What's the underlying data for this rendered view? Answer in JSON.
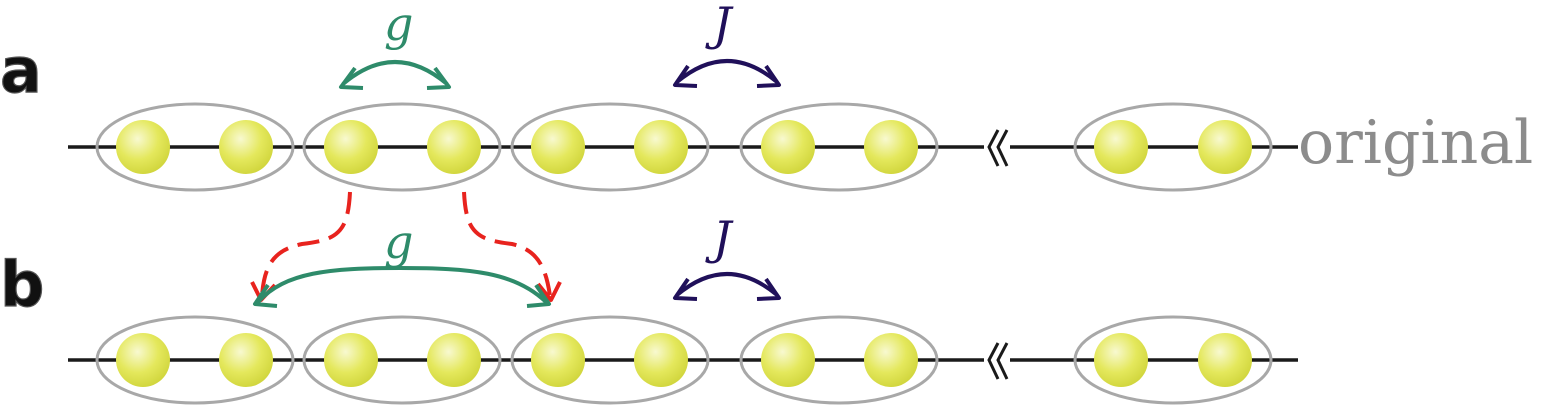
{
  "panels": [
    {
      "label": "a",
      "caption": "original",
      "couplings": [
        {
          "symbol": "g",
          "color": "#2e8b6a"
        },
        {
          "symbol": "J",
          "color": "#20105a"
        }
      ]
    },
    {
      "label": "b",
      "caption": "",
      "couplings": [
        {
          "symbol": "g",
          "color": "#2e8b6a"
        },
        {
          "symbol": "J",
          "color": "#20105a"
        }
      ]
    }
  ],
  "colors": {
    "site_fill": "#e4e85c",
    "cell_outline": "#a8a8a8",
    "chain_line": "#1a1a1a",
    "g_arrow": "#2e8b6a",
    "J_arrow": "#20105a",
    "remap_arrow": "#e8231e"
  },
  "structure": {
    "cells_per_chain": 5,
    "sites_per_cell": 2,
    "break_symbol": "«"
  }
}
